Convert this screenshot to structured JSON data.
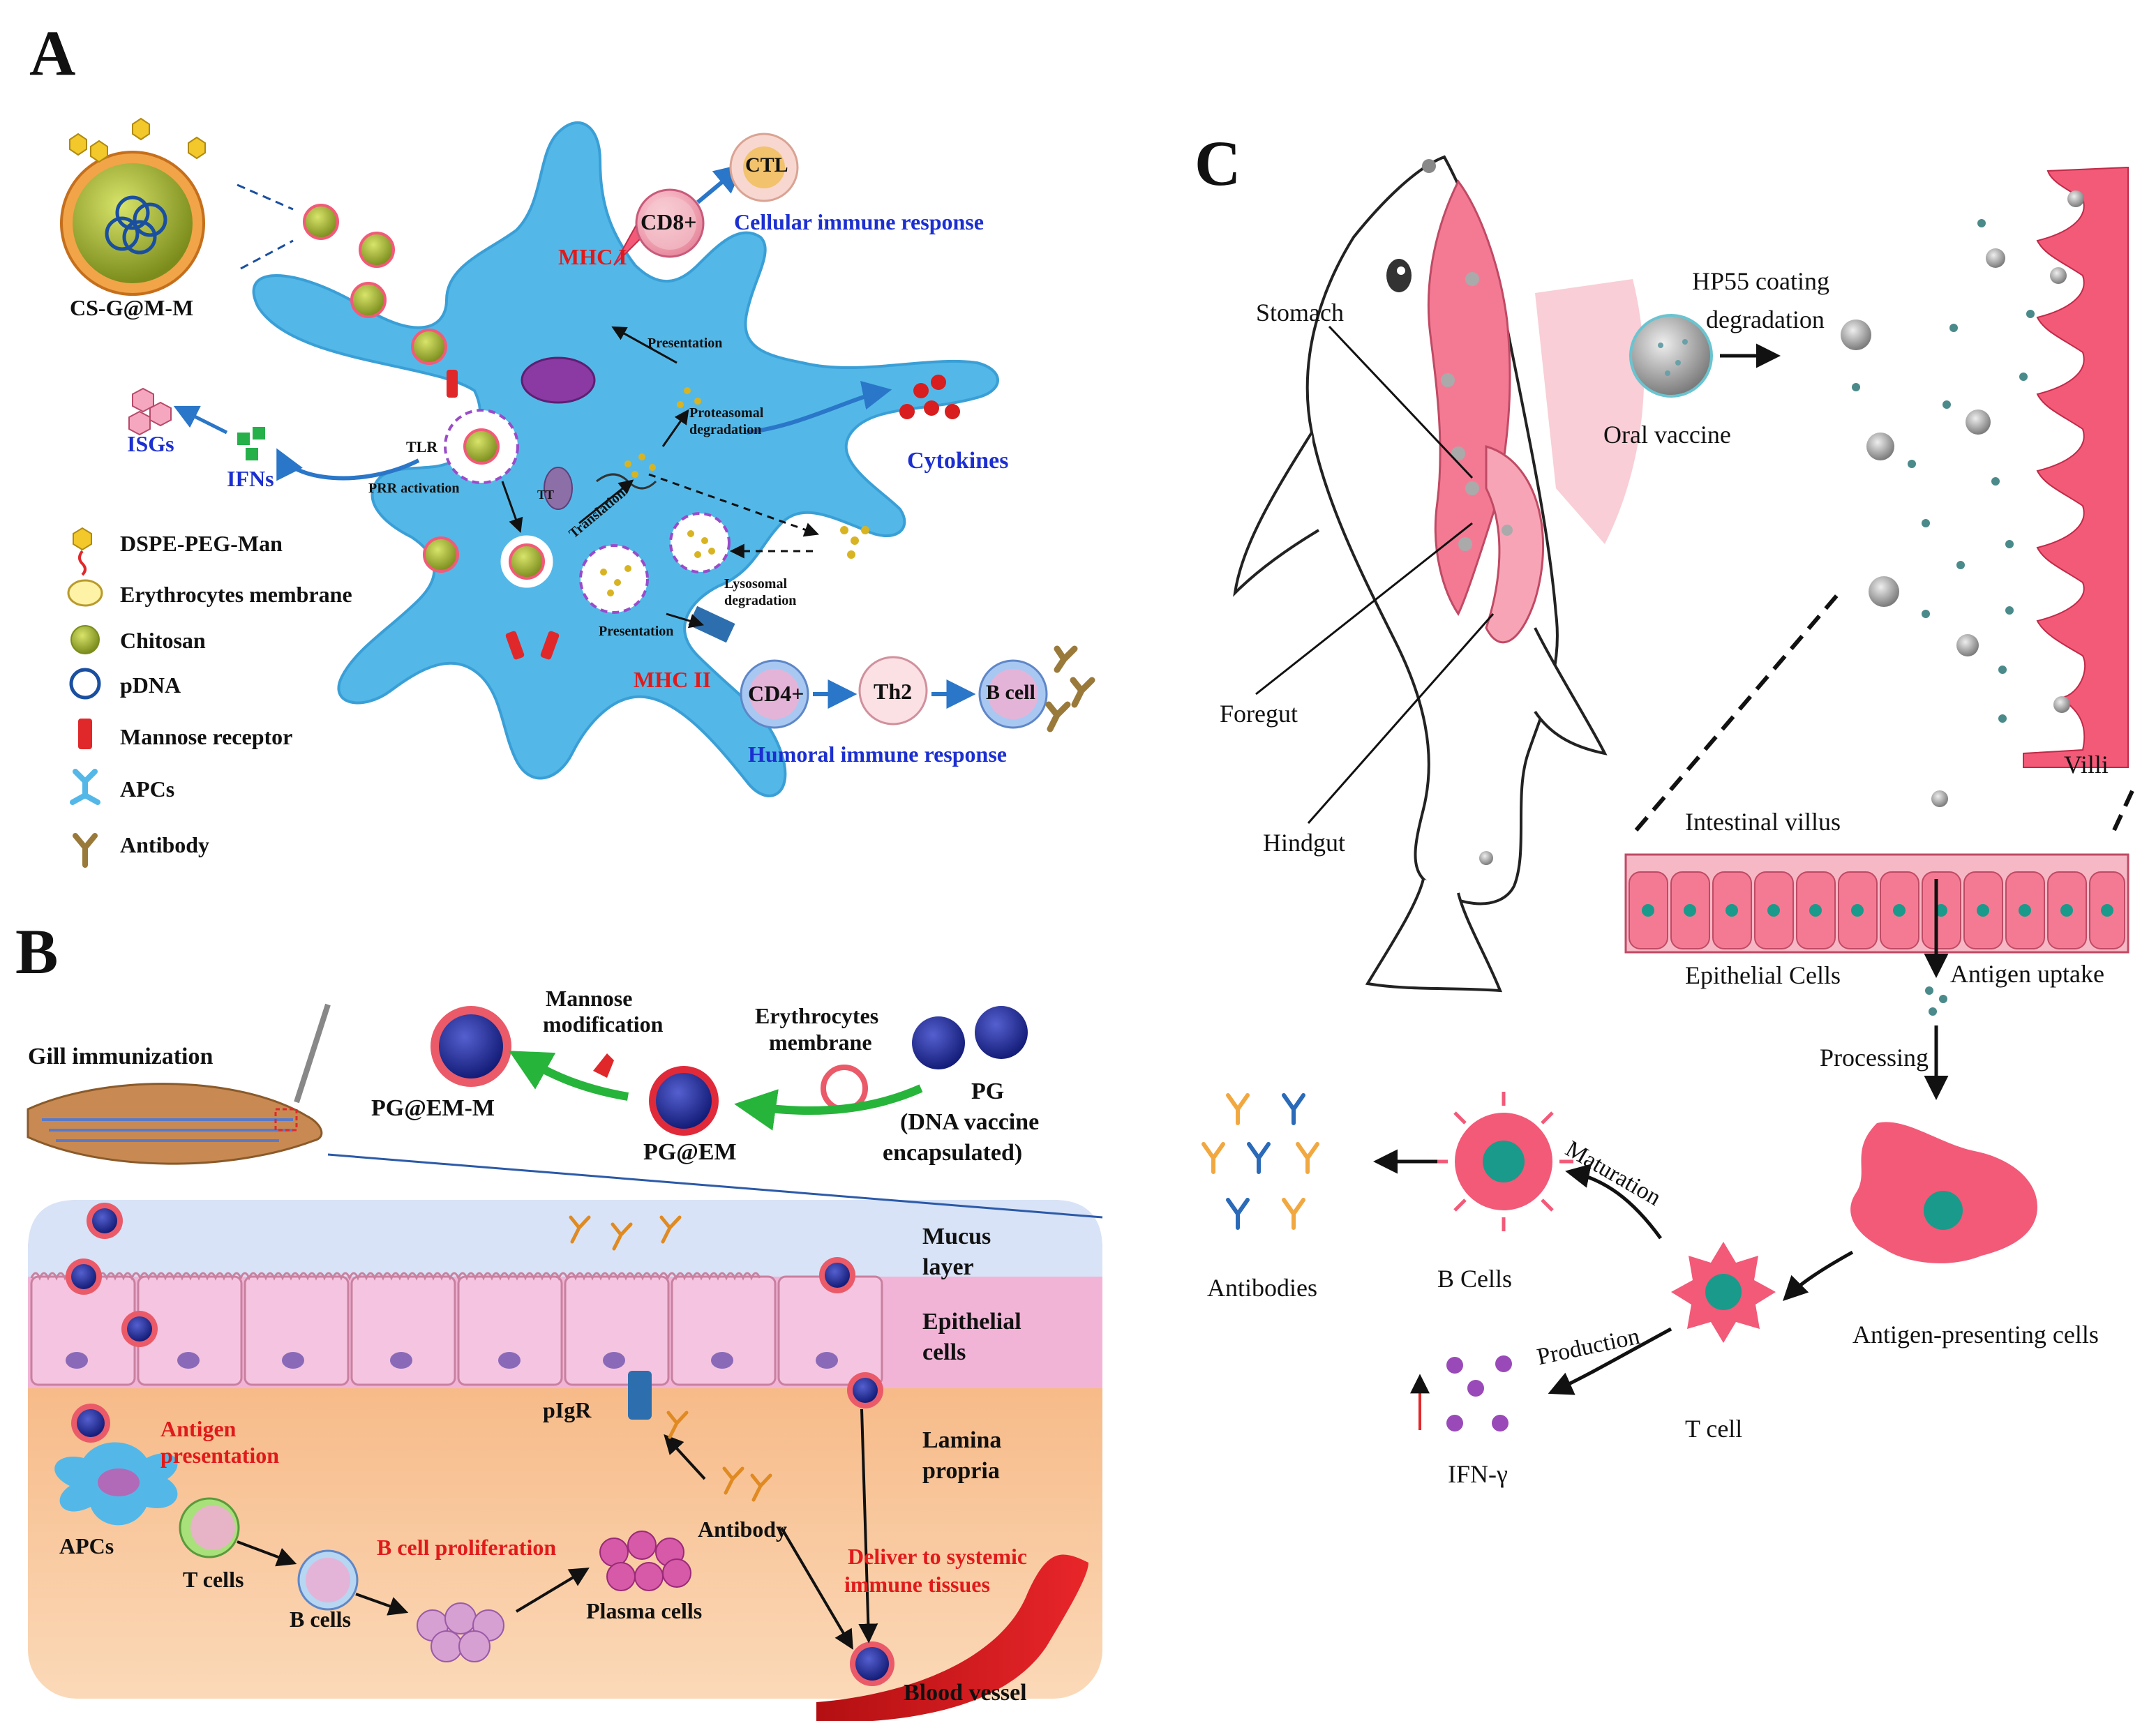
{
  "panels": {
    "A": "A",
    "B": "B",
    "C": "C"
  },
  "colors": {
    "apc_blue": "#53b8e8",
    "label_blue": "#1c2fd0",
    "label_red": "#e01a1a",
    "mucus": "#d8e3f7",
    "epithelium": "#f2b4d6",
    "lamina": "#f6b27a",
    "intestine_pink": "#f4788f",
    "arrow_green": "#27b43a"
  },
  "panel_a": {
    "particle_label": "CS-G@M-M",
    "mhc1": "MHC I",
    "mhc2": "MHC II",
    "cd8": "CD8+",
    "ctl": "CTL",
    "cellular": "Cellular immune response",
    "humoral": "Humoral immune response",
    "cd4": "CD4+",
    "th2": "Th2",
    "bcell": "B cell",
    "isgs": "ISGs",
    "ifns": "IFNs",
    "cytokines": "Cytokines",
    "tlr": "TLR",
    "prr": "PRR activation",
    "presentation_top": "Presentation",
    "presentation_bottom": "Presentation",
    "proteasomal": "Proteasomal degradation",
    "translation": "Translation",
    "lysosomal": "Lysosomal degradation",
    "tt": "TT",
    "legend": [
      {
        "icon": "dspe-peg-man-icon",
        "label": "DSPE-PEG-Man"
      },
      {
        "icon": "erythrocyte-membrane-icon",
        "label": "Erythrocytes membrane"
      },
      {
        "icon": "chitosan-icon",
        "label": "Chitosan"
      },
      {
        "icon": "pdna-icon",
        "label": "pDNA"
      },
      {
        "icon": "mannose-receptor-icon",
        "label": "Mannose receptor"
      },
      {
        "icon": "apc-icon",
        "label": "APCs"
      },
      {
        "icon": "antibody-icon",
        "label": "Antibody"
      }
    ]
  },
  "panel_b": {
    "gill": "Gill immunization",
    "pgemm": "PG@EM-M",
    "mannose1": "Mannose",
    "mannose2": "modification",
    "pgem": "PG@EM",
    "ery1": "Erythrocytes",
    "ery2": "membrane",
    "pg": "PG",
    "pg_sub1": "(DNA vaccine",
    "pg_sub2": "encapsulated)",
    "mucus1": "Mucus",
    "mucus2": "layer",
    "epi1": "Epithelial",
    "epi2": "cells",
    "lam1": "Lamina",
    "lam2": "propria",
    "pigr": "pIgR",
    "antigen1": "Antigen",
    "antigen2": "presentation",
    "apcs": "APCs",
    "tcells": "T cells",
    "bcells": "B cells",
    "bprolif": "B cell proliferation",
    "plasma": "Plasma cells",
    "antibody": "Antibody",
    "deliver1": "Deliver to systemic",
    "deliver2": "immune tissues",
    "blood": "Blood vessel"
  },
  "panel_c": {
    "stomach": "Stomach",
    "foregut": "Foregut",
    "hindgut": "Hindgut",
    "hp55a": "HP55 coating",
    "hp55b": "degradation",
    "oral": "Oral vaccine",
    "villi": "Villi",
    "villus": "Intestinal villus",
    "epithelial": "Epithelial Cells",
    "uptake": "Antigen uptake",
    "processing": "Processing",
    "maturation": "Maturation",
    "antibodies": "Antibodies",
    "bcells": "B Cells",
    "apc": "Antigen-presenting cells",
    "production": "Production",
    "tcell": "T cell",
    "ifn": "IFN-γ"
  }
}
